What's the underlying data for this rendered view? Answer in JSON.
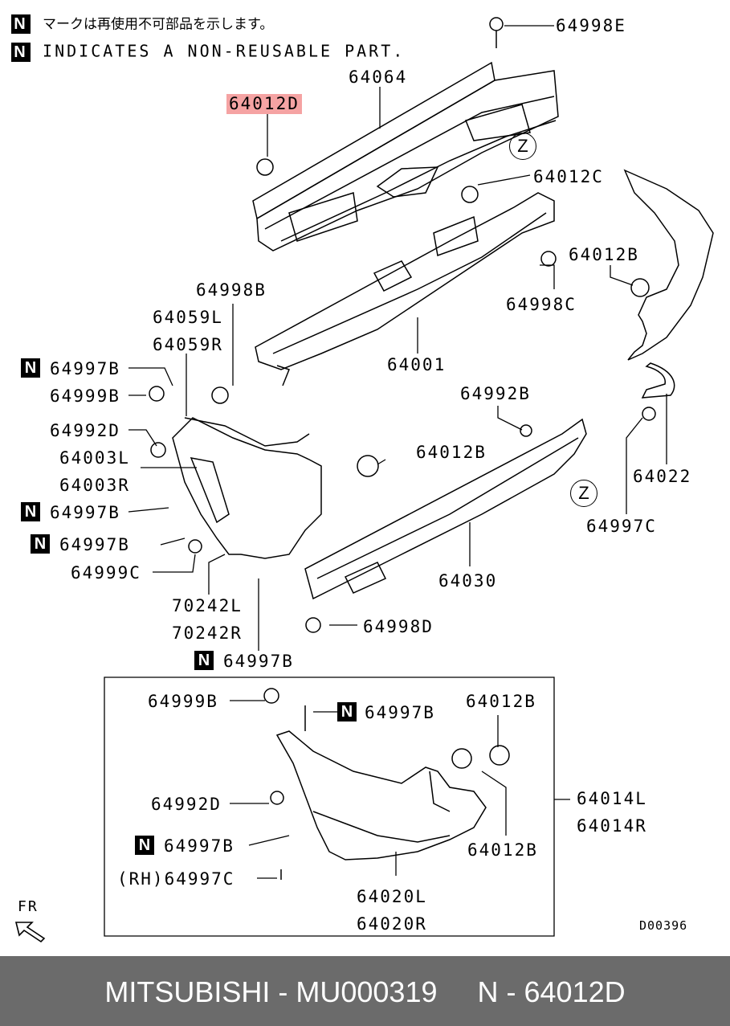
{
  "legend": {
    "n_mark": "N",
    "line_jp": "マークは再使用不可部品を示します。",
    "line_en": "INDICATES A NON-REUSABLE PART."
  },
  "highlight_part": "64012D",
  "labels": [
    {
      "id": "64998E",
      "text": "64998E"
    },
    {
      "id": "64064",
      "text": "64064"
    },
    {
      "id": "64012D",
      "text": "64012D"
    },
    {
      "id": "64012C",
      "text": "64012C"
    },
    {
      "id": "64012B-a",
      "text": "64012B"
    },
    {
      "id": "64998C",
      "text": "64998C"
    },
    {
      "id": "64998B",
      "text": "64998B"
    },
    {
      "id": "64059L",
      "text": "64059L"
    },
    {
      "id": "64059R",
      "text": "64059R"
    },
    {
      "id": "64001",
      "text": "64001"
    },
    {
      "id": "64997B-a",
      "text": "64997B"
    },
    {
      "id": "64999B-a",
      "text": "64999B"
    },
    {
      "id": "64992B",
      "text": "64992B"
    },
    {
      "id": "64992D-a",
      "text": "64992D"
    },
    {
      "id": "64003L",
      "text": "64003L"
    },
    {
      "id": "64003R",
      "text": "64003R"
    },
    {
      "id": "64012B-b",
      "text": "64012B"
    },
    {
      "id": "64022",
      "text": "64022"
    },
    {
      "id": "64997B-b",
      "text": "64997B"
    },
    {
      "id": "64997B-c",
      "text": "64997B"
    },
    {
      "id": "64997C-a",
      "text": "64997C"
    },
    {
      "id": "64999C",
      "text": "64999C"
    },
    {
      "id": "64030",
      "text": "64030"
    },
    {
      "id": "70242L",
      "text": "70242L"
    },
    {
      "id": "70242R",
      "text": "70242R"
    },
    {
      "id": "64998D",
      "text": "64998D"
    },
    {
      "id": "64997B-d",
      "text": "64997B"
    },
    {
      "id": "64999B-b",
      "text": "64999B"
    },
    {
      "id": "64997B-e",
      "text": "64997B"
    },
    {
      "id": "64012B-c",
      "text": "64012B"
    },
    {
      "id": "64014L",
      "text": "64014L"
    },
    {
      "id": "64014R",
      "text": "64014R"
    },
    {
      "id": "64992D-b",
      "text": "64992D"
    },
    {
      "id": "64012B-d",
      "text": "64012B"
    },
    {
      "id": "64997B-f",
      "text": "64997B"
    },
    {
      "id": "64997C-b",
      "text": "(RH)64997C"
    },
    {
      "id": "64020L",
      "text": "64020L"
    },
    {
      "id": "64020R",
      "text": "64020R"
    }
  ],
  "zone_marker": "Z",
  "fr_label": "FR",
  "diagram_code": "D00396",
  "footer": {
    "brand": "MITSUBISHI",
    "part_number": "MU000319",
    "catalog_ref": "N - 64012D"
  },
  "colors": {
    "highlight": "#f5a3a3",
    "footer_bg": "#6b6b6b",
    "footer_text": "#ffffff"
  }
}
